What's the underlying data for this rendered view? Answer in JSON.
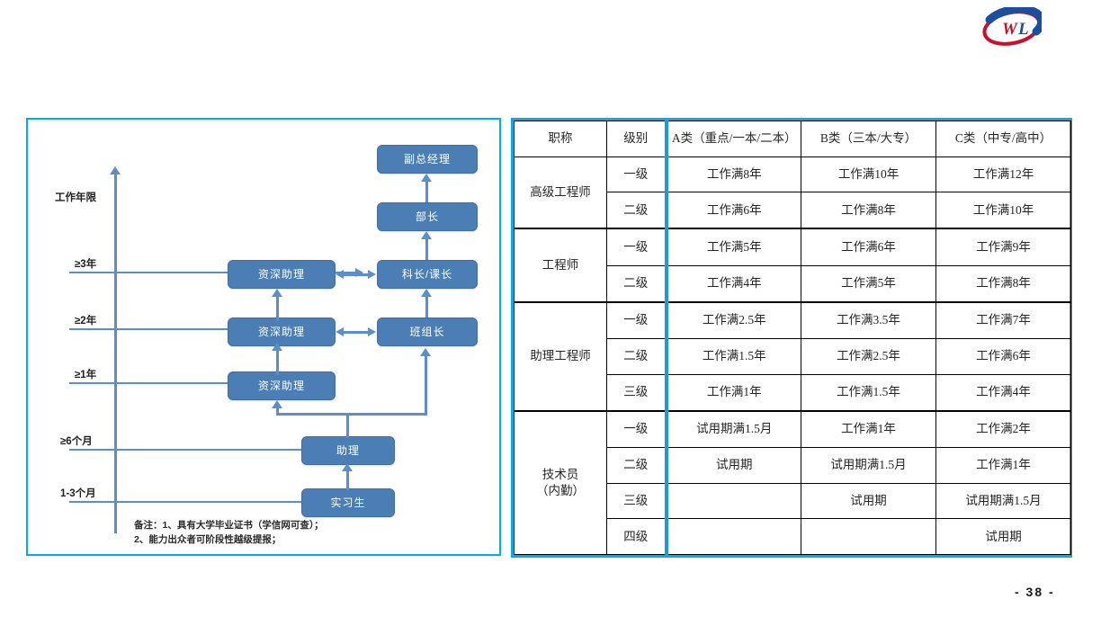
{
  "logo": {
    "name": "wl-logo",
    "text": "WL",
    "colors": {
      "w": "#C8102E",
      "l": "#1A4FA0"
    }
  },
  "page_number": "- 38 -",
  "diagram": {
    "title_axis": "工作年限",
    "border_color": "#00AEEF",
    "node_color": "#4A7EB5",
    "axis_color": "#5B8FC9",
    "axis_ticks": [
      {
        "label": "≥3年"
      },
      {
        "label": "≥2年"
      },
      {
        "label": "≥1年"
      },
      {
        "label": "≥6个月"
      },
      {
        "label": "1-3个月"
      }
    ],
    "nodes": {
      "vice_gm": "副总经理",
      "director": "部长",
      "section_chief": "科长/课长",
      "team_leader": "班组长",
      "senior_assistant_3": "资深助理",
      "senior_assistant_2": "资深助理",
      "senior_assistant_1": "资深助理",
      "assistant": "助理",
      "intern": "实习生"
    },
    "note": "备注：1、具有大学毕业证书（学信网可查）；\n         2、能力出众者可阶段性越级提报；"
  },
  "table": {
    "border_color": "#00AEEF",
    "separator_color": "#1C9AD6",
    "headers": [
      "职称",
      "级别",
      "A类（重点/一本/二本）",
      "B类（三本/大专）",
      "C类（中专/高中）"
    ],
    "groups": [
      {
        "title": "高级工程师",
        "rows": [
          {
            "level": "一级",
            "a": "工作满8年",
            "b": "工作满10年",
            "c": "工作满12年"
          },
          {
            "level": "二级",
            "a": "工作满6年",
            "b": "工作满8年",
            "c": "工作满10年"
          }
        ]
      },
      {
        "title": "工程师",
        "rows": [
          {
            "level": "一级",
            "a": "工作满5年",
            "b": "工作满6年",
            "c": "工作满9年"
          },
          {
            "level": "二级",
            "a": "工作满4年",
            "b": "工作满5年",
            "c": "工作满8年"
          }
        ]
      },
      {
        "title": "助理工程师",
        "rows": [
          {
            "level": "一级",
            "a": "工作满2.5年",
            "b": "工作满3.5年",
            "c": "工作满7年"
          },
          {
            "level": "二级",
            "a": "工作满1.5年",
            "b": "工作满2.5年",
            "c": "工作满6年"
          },
          {
            "level": "三级",
            "a": "工作满1年",
            "b": "工作满1.5年",
            "c": "工作满4年"
          }
        ]
      },
      {
        "title": "技术员\n（内勤）",
        "rows": [
          {
            "level": "一级",
            "a": "试用期满1.5月",
            "b": "工作满1年",
            "c": "工作满2年"
          },
          {
            "level": "二级",
            "a": "试用期",
            "b": "试用期满1.5月",
            "c": "工作满1年"
          },
          {
            "level": "三级",
            "a": "",
            "b": "试用期",
            "c": "试用期满1.5月"
          },
          {
            "level": "四级",
            "a": "",
            "b": "",
            "c": "试用期"
          }
        ]
      }
    ]
  }
}
